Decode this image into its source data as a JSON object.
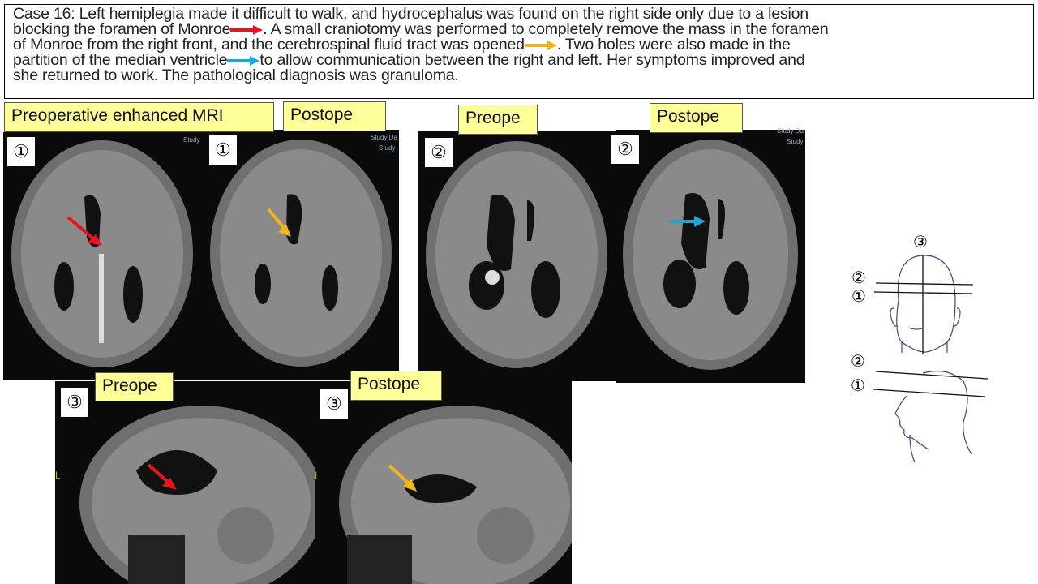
{
  "description_box": {
    "lines": [
      [
        "Case 16: Left hemiplegia made it difficult to walk, and hydrocephalus was found on the right side only due to a lesion"
      ],
      [
        "blocking the foramen of Monroe",
        ". A small craniotomy was performed to completely remove the mass in the foramen"
      ],
      [
        "of Monroe from the right front, and the cerebrospinal fluid tract was opened",
        ". Two holes were also made in the"
      ],
      [
        "partition of the median ventricle",
        "to allow communication between the right and left. Her symptoms improved and"
      ],
      [
        "she returned to work. The pathological diagnosis was granuloma."
      ]
    ]
  },
  "images": {
    "axial1_pre": {
      "label": "Preoperative enhanced MRI",
      "number": "①",
      "overlay": "Study"
    },
    "axial1_post": {
      "label": "Postope",
      "number": "①",
      "overlay": "Study Da",
      "overlay2": "Study"
    },
    "axial2_pre": {
      "label": "Preope",
      "number": "②"
    },
    "axial2_post": {
      "label": "Postope",
      "number": "②",
      "overlay": "Study Da",
      "overlay2": "Study"
    },
    "sag_pre": {
      "label": "Preope",
      "number": "③",
      "side": "L"
    },
    "sag_post": {
      "label": "Postope",
      "number": "③",
      "side": "I"
    }
  },
  "diagram": {
    "front_labels": [
      "③",
      "②",
      "①"
    ],
    "side_labels": [
      "②",
      "①"
    ]
  },
  "colors": {
    "red_arrow": "#e8141b",
    "orange_arrow": "#f5b417",
    "blue_arrow": "#1ea5e0",
    "label_bg": "#ffff99"
  }
}
